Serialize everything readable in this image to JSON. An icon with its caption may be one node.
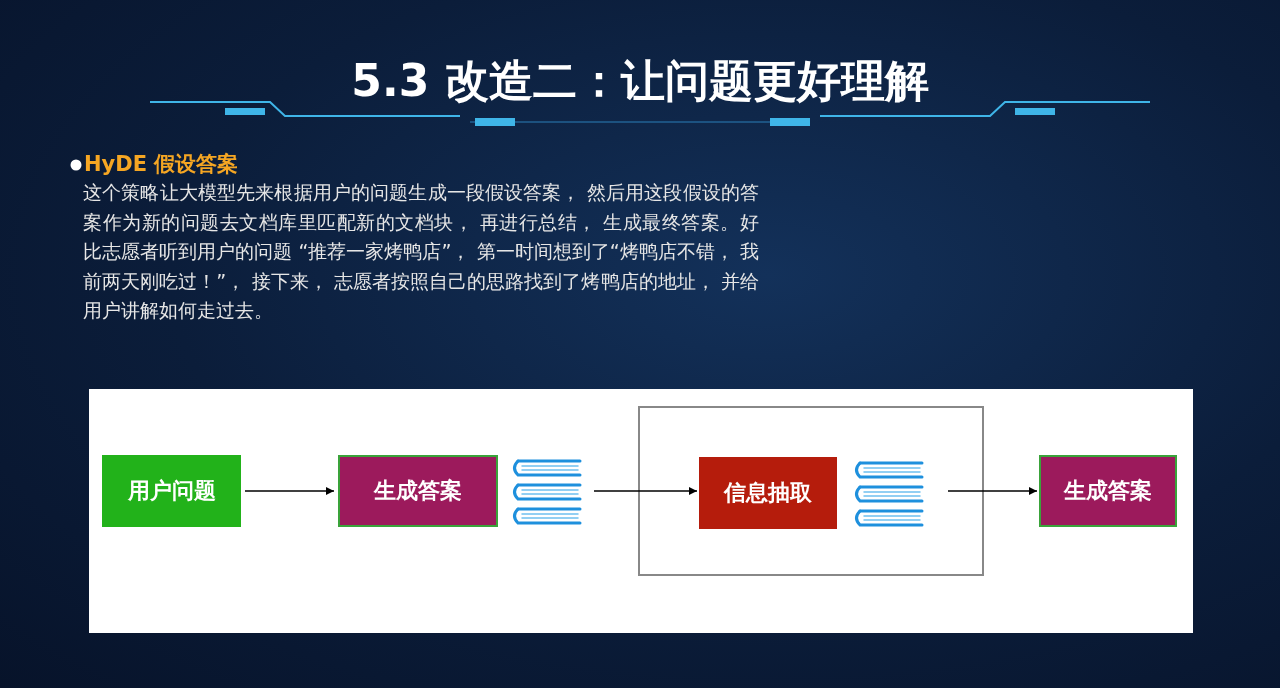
{
  "diagram": {
    "title": "5.3 改造二：让问题更好理解",
    "nodes": [
      {
        "text": [
          "用户问题"
        ]
      },
      {
        "text": [
          "生成答案"
        ]
      },
      {
        "text": [],
        "shape": "picture"
      },
      {
        "text": [],
        "shape": "box"
      },
      {
        "text": [
          "信息抽取"
        ],
        "in": 3
      },
      {
        "text": [],
        "shape": "picture",
        "in": 3
      },
      {
        "text": [
          "生成答案"
        ]
      }
    ],
    "edges": [
      {
        "from": 0,
        "to": 1,
        "arrow": "to"
      },
      {
        "from": 2,
        "to": 4,
        "arrow": "to"
      },
      {
        "from": 5,
        "to": 6,
        "arrow": "to"
      }
    ],
    "labels": [
      "HyDE 假设答案",
      "这个策略让大模型先来根据用户的问题生成一段假设答案， 然后用这段假设的答案作为新的问题去文档库里匹配新的文档块， 再进行总结， 生成最终答案。好比志愿者听到用户的问题 “推荐一家烤鸭店”， 第一时间想到了“烤鸭店不错， 我前两天刚吃过！”， 接下来， 志愿者按照自己的思路找到了烤鸭店的地址， 并给用户讲解如何走过去。"
    ]
  }
}
